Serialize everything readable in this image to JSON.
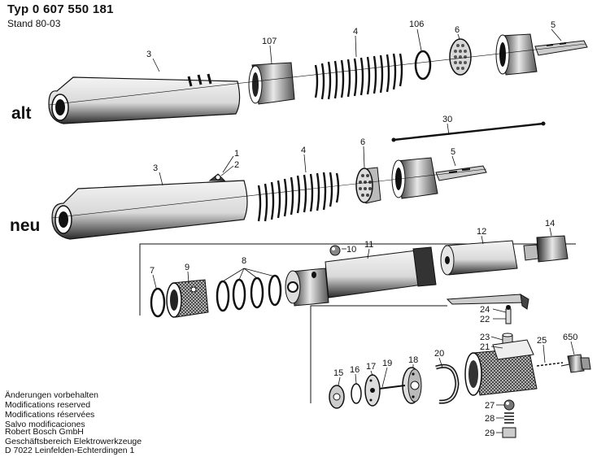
{
  "header": {
    "title": "Typ  0 607 550 181",
    "stand": "Stand  80-03"
  },
  "variants": {
    "old": "alt",
    "new": "neu"
  },
  "part_numbers": {
    "p1": "1",
    "p2": "2",
    "p3a": "3",
    "p3b": "3",
    "p4a": "4",
    "p4b": "4",
    "p5a": "5",
    "p5b": "5",
    "p6a": "6",
    "p6b": "6",
    "p7": "7",
    "p8": "8",
    "p9": "9",
    "p10": "10",
    "p11": "11",
    "p12": "12",
    "p14": "14",
    "p15": "15",
    "p16": "16",
    "p17": "17",
    "p18": "18",
    "p19": "19",
    "p20": "20",
    "p21": "21",
    "p22": "22",
    "p23": "23",
    "p24": "24",
    "p25": "25",
    "p27": "27",
    "p28": "28",
    "p29": "29",
    "p30": "30",
    "p106": "106",
    "p107": "107",
    "p650": "650"
  },
  "notes": [
    "Änderungen vorbehalten",
    "Modifications reserved",
    "Modifications réservées",
    "Salvo modificaciones"
  ],
  "publisher": [
    "Robert Bosch GmbH",
    "Geschäftsbereich Elektrowerkzeuge",
    "D 7022 Leinfelden-Echterdingen 1"
  ]
}
